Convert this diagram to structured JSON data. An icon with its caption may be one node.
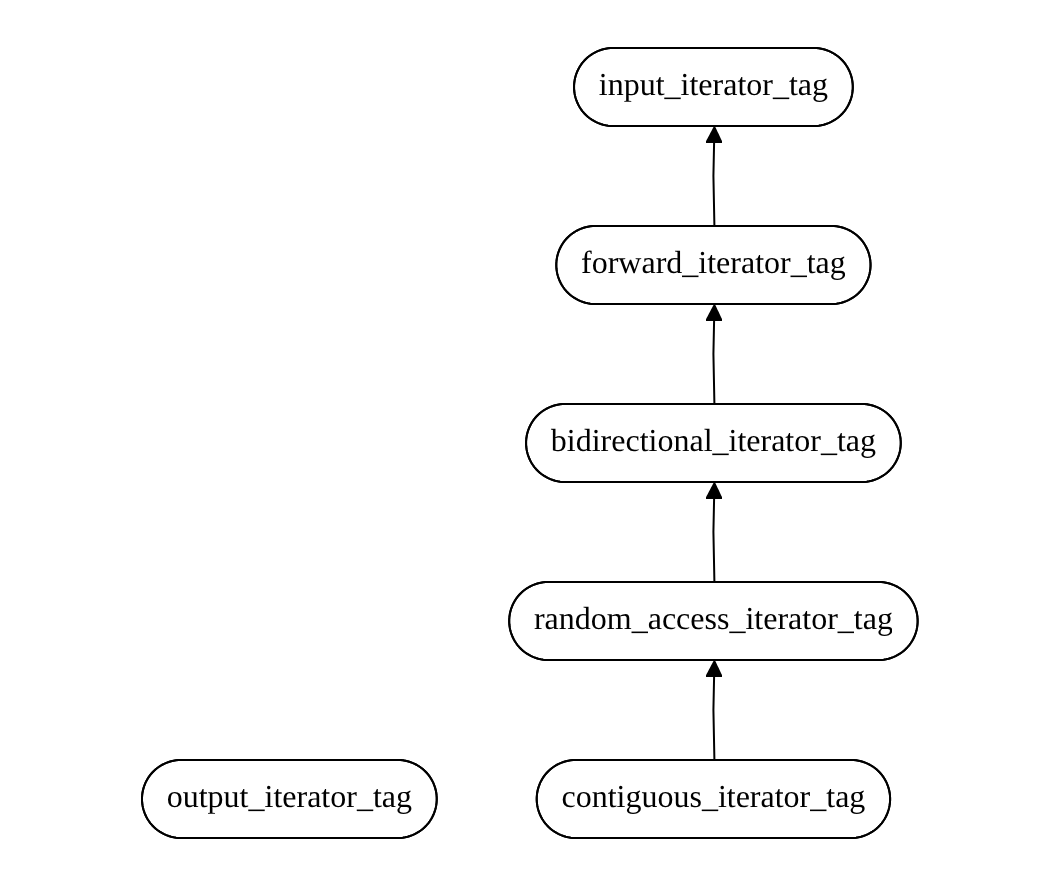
{
  "diagram": {
    "nodes": [
      {
        "text": [
          "input_iterator_tag"
        ]
      },
      {
        "text": [
          "forward_iterator_tag"
        ]
      },
      {
        "text": [
          "bidirectional_iterator_tag"
        ]
      },
      {
        "text": [
          "random_access_iterator_tag"
        ]
      },
      {
        "text": [
          "output_iterator_tag"
        ]
      },
      {
        "text": [
          "contiguous_iterator_tag"
        ]
      }
    ],
    "edges": [
      {
        "from": 1,
        "to": 0,
        "arrow": "to"
      },
      {
        "from": 2,
        "to": 1,
        "arrow": "to"
      },
      {
        "from": 3,
        "to": 2,
        "arrow": "to"
      },
      {
        "from": 5,
        "to": 3,
        "arrow": "to"
      }
    ]
  }
}
